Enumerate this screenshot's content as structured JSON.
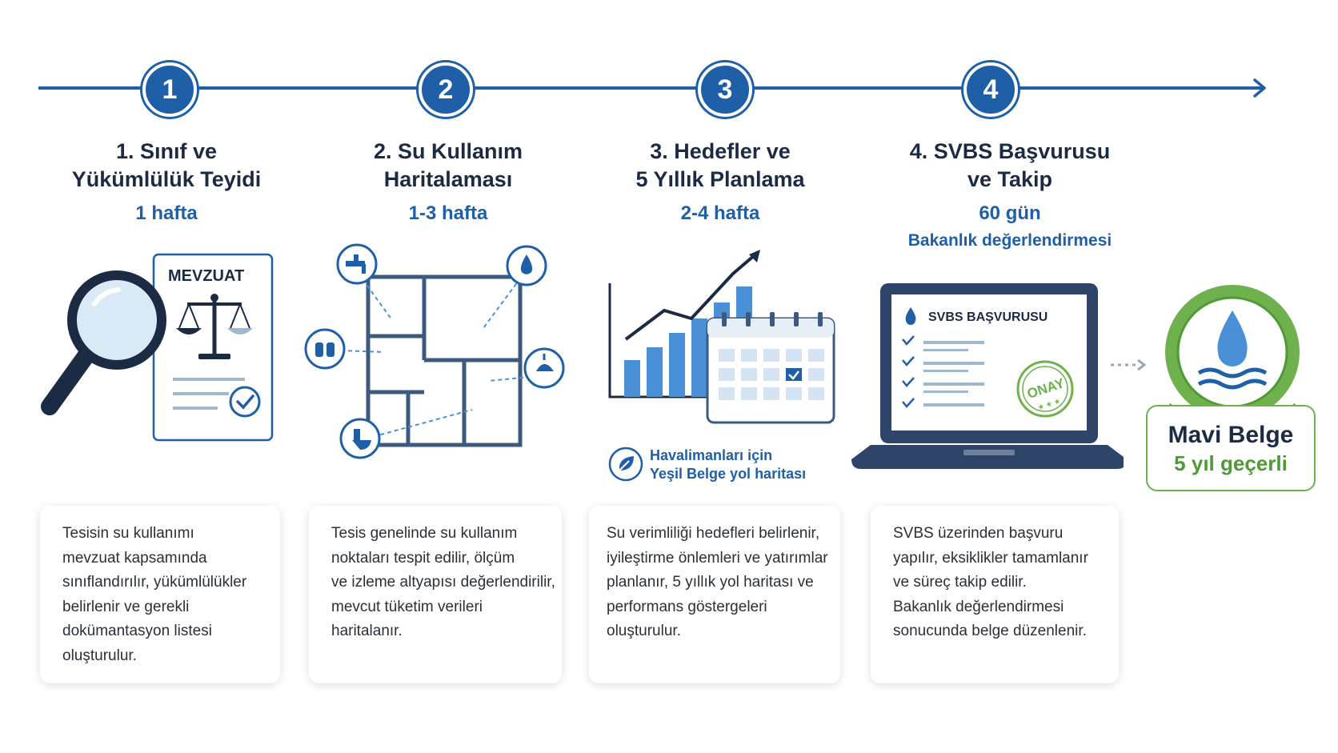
{
  "steps": [
    {
      "number": "1",
      "title_line1": "1. Sınıf ve",
      "title_line2": "Yükümlülük Teyidi",
      "duration": "1 hafta",
      "duration2": ""
    },
    {
      "number": "2",
      "title_line1": "2. Su Kullanım",
      "title_line2": "Haritalaması",
      "duration": "1-3 hafta",
      "duration2": ""
    },
    {
      "number": "3",
      "title_line1": "3. Hedefler ve",
      "title_line2": "5 Yıllık Planlama",
      "duration": "2-4 hafta",
      "duration2": ""
    },
    {
      "number": "4",
      "title_line1": "4. SVBS Başvurusu",
      "title_line2": "ve Takip",
      "duration": "60 gün",
      "duration2": "Bakanlık değerlendirmesi"
    }
  ],
  "illustrations": {
    "document_label": "MEVZUAT",
    "laptop_label": "SVBS BAŞVURUSU",
    "stamp_label": "ONAY",
    "stamp_stars": "★ ★ ★"
  },
  "green_note": {
    "line1": "Havalimanları için",
    "line2": "Yeşil Belge yol haritası"
  },
  "badge": {
    "title": "Mavi Belge",
    "subtitle": "5 yıl geçerli"
  },
  "cards": [
    {
      "lines": [
        "Tesisin su kullanımı",
        "mevzuat kapsamında",
        "sınıflandırılır, yükümlülükler",
        "belirlenir ve gerekli",
        "dokümantasyon listesi",
        "oluşturulur."
      ]
    },
    {
      "lines": [
        "Tesis genelinde su kullanım",
        "noktaları tespit edilir, ölçüm",
        "ve izleme altyapısı değerlendirilir,",
        "mevcut tüketim verileri",
        "haritalanır."
      ]
    },
    {
      "lines": [
        "Su verimliliği hedefleri belirlenir,",
        "iyileştirme önlemleri ve yatırımlar",
        "planlanır, 5 yıllık yol haritası ve",
        "performans göstergeleri",
        "oluşturulur."
      ]
    },
    {
      "lines": [
        "SVBS üzerinden başvuru",
        "yapılır, eksiklikler tamamlanır",
        "ve süreç takip edilir.",
        "Bakanlık değerlendirmesi",
        "sonucunda belge düzenlenir."
      ]
    }
  ],
  "colors": {
    "primary_blue": "#1f5fa8",
    "dark_text": "#1c2b44",
    "green": "#6fb14c",
    "light_blue": "#4a90d9"
  }
}
